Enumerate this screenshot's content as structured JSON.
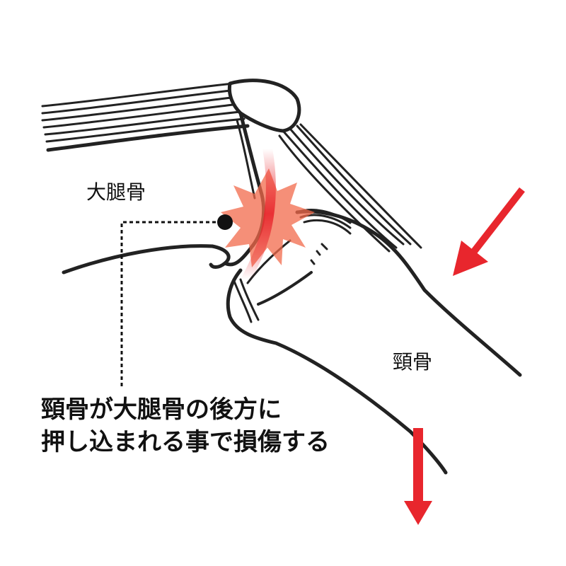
{
  "labels": {
    "femur": "大腿骨",
    "tibia": "頸骨"
  },
  "caption": {
    "line1": "頸骨が大腿骨の後方に",
    "line2": "押し込まれる事で損傷する"
  },
  "colors": {
    "outline": "#222222",
    "arrow": "#e8262d",
    "injury": "#f26a4b",
    "ligament": "#e8262d"
  }
}
